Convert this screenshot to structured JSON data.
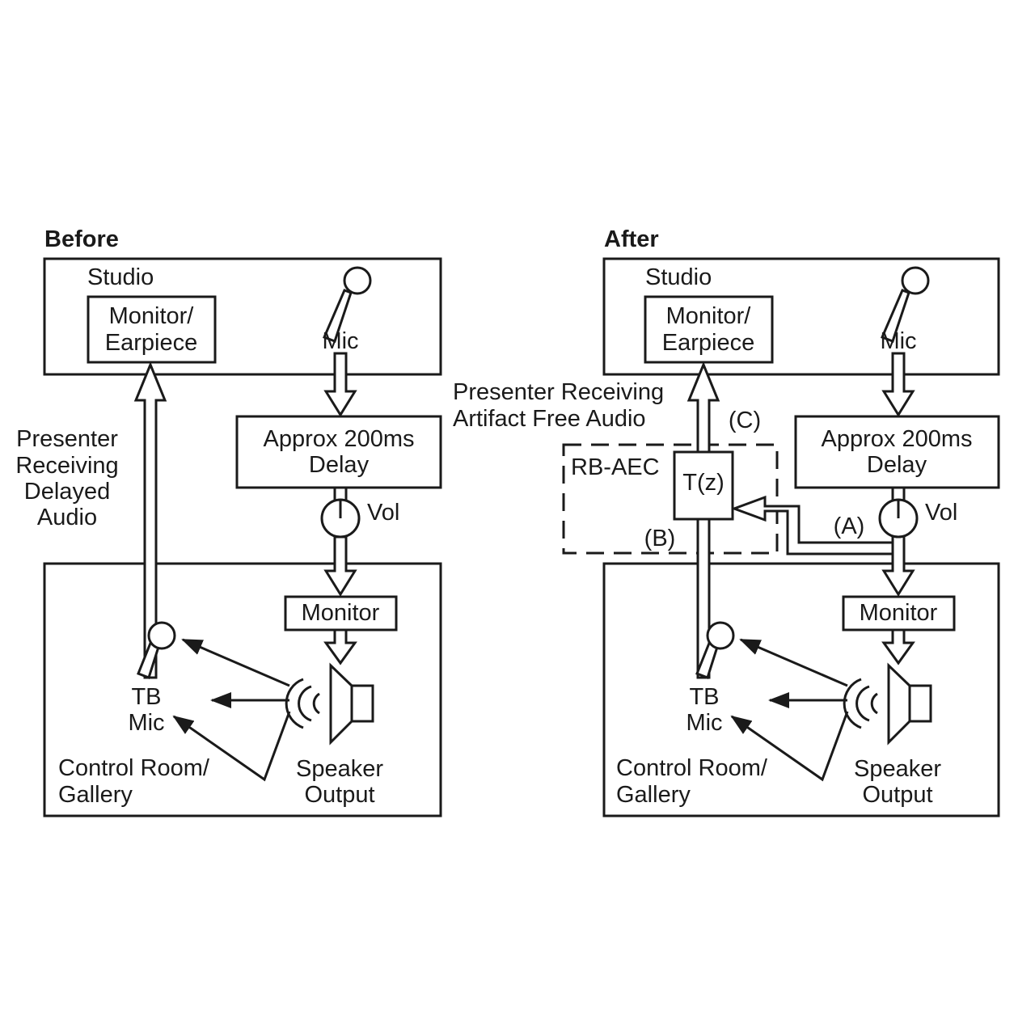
{
  "before": {
    "heading": "Before",
    "studio_label": "Studio",
    "monitor_earpiece": [
      "Monitor/",
      "Earpiece"
    ],
    "mic_label": "Mic",
    "delay_label": [
      "Approx 200ms",
      "Delay"
    ],
    "vol_label": "Vol",
    "presenter_label": [
      "Presenter",
      "Receiving",
      "Delayed",
      "Audio"
    ],
    "monitor_label": "Monitor",
    "tb_mic_label": [
      "TB",
      "Mic"
    ],
    "speaker_label": [
      "Speaker",
      "Output"
    ],
    "control_room_label": [
      "Control Room/",
      "Gallery"
    ]
  },
  "after": {
    "heading": "After",
    "studio_label": "Studio",
    "monitor_earpiece": [
      "Monitor/",
      "Earpiece"
    ],
    "mic_label": "Mic",
    "delay_label": [
      "Approx 200ms",
      "Delay"
    ],
    "vol_label": "Vol",
    "presenter_label": [
      "Presenter Receiving",
      "Artifact Free Audio"
    ],
    "c_label": "(C)",
    "rbaec_label": "RB-AEC",
    "tz_label": "T(z)",
    "a_label": "(A)",
    "b_label": "(B)",
    "monitor_label": "Monitor",
    "tb_mic_label": [
      "TB",
      "Mic"
    ],
    "speaker_label": [
      "Speaker",
      "Output"
    ],
    "control_room_label": [
      "Control Room/",
      "Gallery"
    ]
  }
}
